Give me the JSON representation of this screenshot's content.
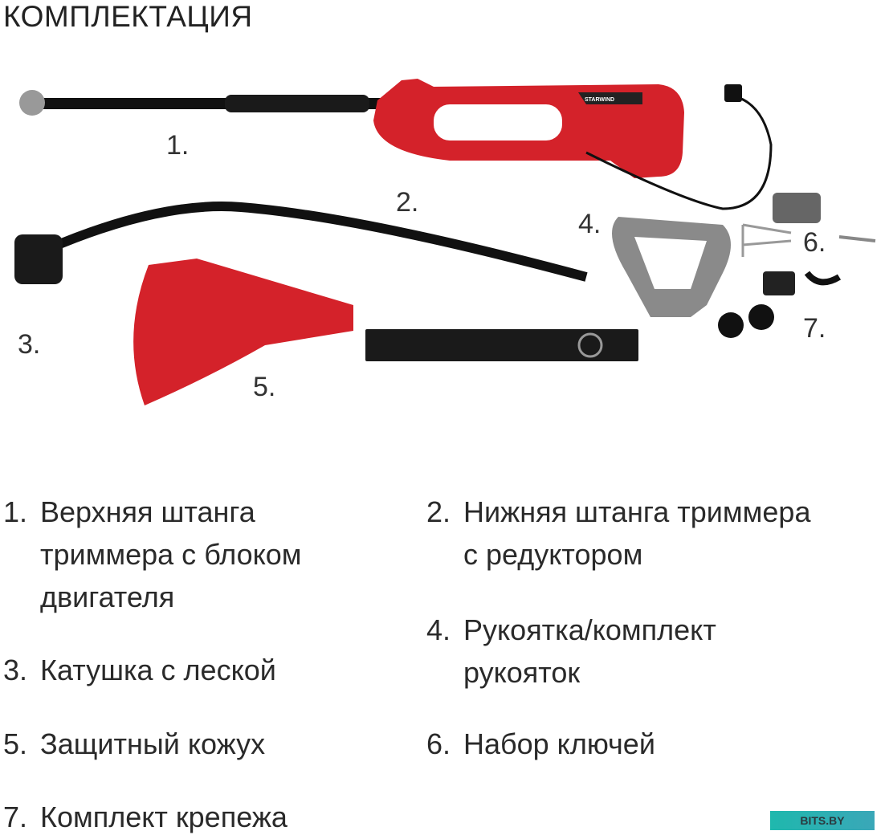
{
  "title": "КОМПЛЕКТАЦИЯ",
  "brand": "STARWIND",
  "callouts": [
    "1.",
    "2.",
    "3.",
    "4.",
    "5.",
    "6.",
    "7."
  ],
  "items": [
    {
      "num": "1.",
      "text": "Верхняя штанга\nтриммера с блоком\nдвигателя"
    },
    {
      "num": "2.",
      "text": "Нижняя штанга триммера\nс редуктором"
    },
    {
      "num": "3.",
      "text": "Катушка с леской"
    },
    {
      "num": "4.",
      "text": "Рукоятка/комплект\nрукояток"
    },
    {
      "num": "5.",
      "text": "Защитный кожух"
    },
    {
      "num": "6.",
      "text": "Набор ключей"
    },
    {
      "num": "7.",
      "text": "Комплект крепежа"
    }
  ],
  "watermark": "BITS.BY",
  "colors": {
    "accent_red": "#d4222a",
    "watermark": "#1fb8ad"
  }
}
